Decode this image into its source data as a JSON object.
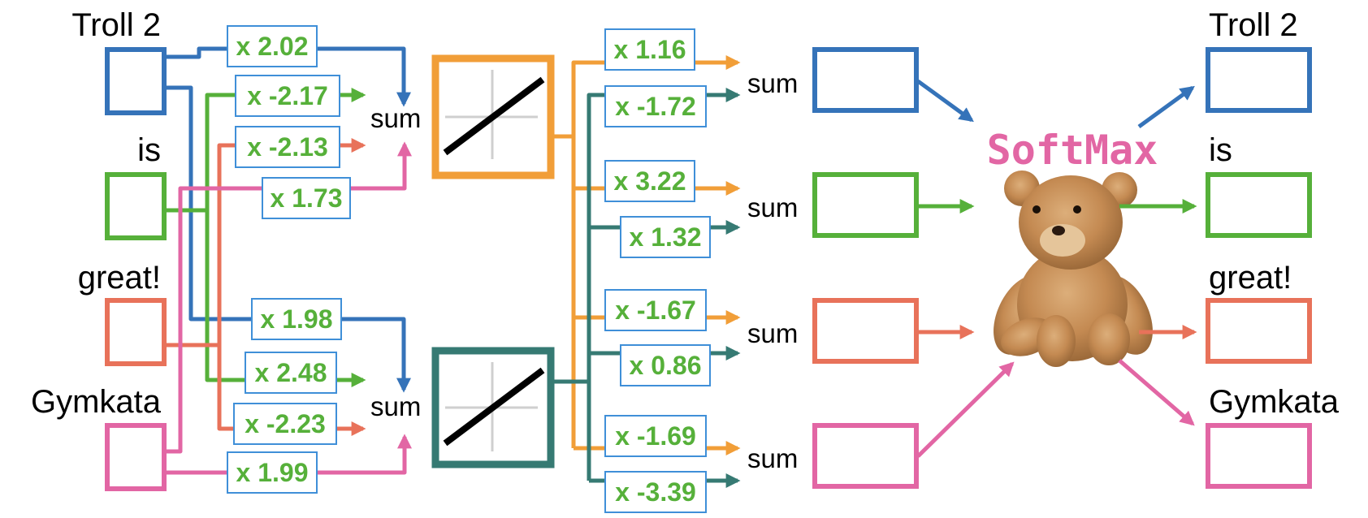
{
  "colors": {
    "blue": "#3573b9",
    "green": "#56b03a",
    "red": "#e8725a",
    "pink": "#e266a4",
    "orange": "#f19e38",
    "teal": "#367a73",
    "weight_text": "#56b03a",
    "weight_box": "#3f8fd8"
  },
  "inputs": [
    {
      "word": "Troll 2"
    },
    {
      "word": "is"
    },
    {
      "word": "great!"
    },
    {
      "word": "Gymkata"
    }
  ],
  "input_weights": [
    {
      "label": "x 2.02"
    },
    {
      "label": "x -2.17"
    },
    {
      "label": "x -2.13"
    },
    {
      "label": "x 1.73"
    },
    {
      "label": "x 1.98"
    },
    {
      "label": "x 2.48"
    },
    {
      "label": "x -2.23"
    },
    {
      "label": "x 1.99"
    }
  ],
  "hidden_sums": [
    {
      "label": "sum"
    },
    {
      "label": "sum"
    }
  ],
  "output_weights": [
    {
      "label": "x 1.16"
    },
    {
      "label": "x -1.72"
    },
    {
      "label": "x 3.22"
    },
    {
      "label": "x 1.32"
    },
    {
      "label": "x -1.67"
    },
    {
      "label": "x 0.86"
    },
    {
      "label": "x -1.69"
    },
    {
      "label": "x -3.39"
    }
  ],
  "output_sums": [
    {
      "label": "sum"
    },
    {
      "label": "sum"
    },
    {
      "label": "sum"
    },
    {
      "label": "sum"
    }
  ],
  "softmax": {
    "title": "SoftMax"
  },
  "outputs": [
    {
      "word": "Troll 2"
    },
    {
      "word": "is"
    },
    {
      "word": "great!"
    },
    {
      "word": "Gymkata"
    }
  ]
}
